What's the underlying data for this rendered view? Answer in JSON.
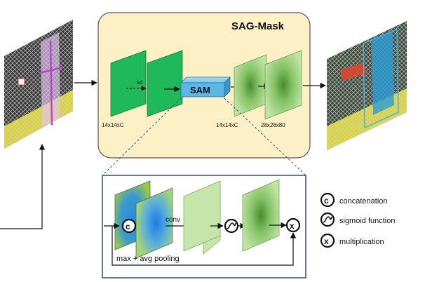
{
  "title": "SAG-Mask",
  "sam_label": "SAM",
  "repeat_label": "x4",
  "dims": {
    "head_input": "14x14xC",
    "sam_output": "14x14xC",
    "mask_output": "28x28x80"
  },
  "detail": {
    "conv_label": "conv",
    "pooling_label": "max + avg pooling"
  },
  "legend": [
    {
      "symbol": "c",
      "symbol_name": "concatenation-symbol",
      "text": "concatenation"
    },
    {
      "symbol": "sigmoid",
      "symbol_name": "sigmoid-symbol",
      "text": "sigmoid function"
    },
    {
      "symbol": "x",
      "symbol_name": "multiplication-symbol",
      "text": "multiplication"
    }
  ],
  "colors": {
    "panel_fill": "#fdf0c6",
    "conv_green": "#1fb85a",
    "sam_blue": "#5bb8e6",
    "mask_green": "#9ed27e",
    "detail_border": "#2f4a8a",
    "legend_circle": "#111111"
  }
}
